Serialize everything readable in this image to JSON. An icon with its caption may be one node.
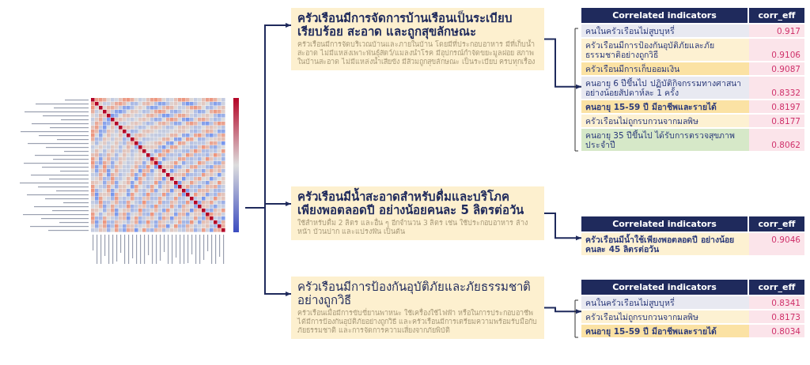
{
  "diagram": {
    "nodes": [
      {
        "text": [],
        "shape": "picture"
      },
      {
        "text": [
          "ครัวเรือนมีการจัดการบ้านเรือนเป็นระเบียบ เรียบร้อย สะอาด และถูกสุขลักษณะ",
          "ครัวเรือนมีการจัดบริเวณบ้านและภายในบ้าน โดยมีที่ประกอบอาหาร มีที่เก็บน้ำสะอาด ไม่มีแหล่งเพาะพันธุ์สัตว์/แมลงนำโรค มีอุปกรณ์กำจัดขยะมูลฝอย สภาพในบ้านสะอาด ไม่มีแหล่งน้ำเสียขัง มีส้วมถูกสุขลักษณะ เป็นระเบียบ ครบทุกเรื่อง"
        ]
      },
      {
        "text": [
          "ครัวเรือนมีน้ำสะอาดสำหรับดื่มและบริโภค เพียงพอตลอดปี อย่างน้อยคนละ 5 ลิตรต่อวัน",
          "ใช้สำหรับดื่ม 2 ลิตร และอื่น ๆ อีกจำนวน 3 ลิตร เช่น ใช้ประกอบอาหาร ล้างหน้า บ้วนปาก และแปรงฟัน เป็นต้น"
        ]
      },
      {
        "text": [
          "ครัวเรือนมีการป้องกันอุบัติภัยและภัยธรรมชาติ อย่างถูกวิธี",
          "ครัวเรือนเมื่อมีการขับขี่ยานพาหนะ ใช้เครื่องใช้ไฟฟ้า หรือในการประกอบอาชีพ ได้มีการป้องกันอุบัติภัยอย่างถูกวิธี และครัวเรือนมีการเตรียมความพร้อมรับมือกับภัยธรรมชาติ และการจัดการความเสี่ยงจากภัยพิบัติ"
        ]
      },
      {
        "text": [
          "Correlated indicators",
          "corr_eff",
          "คนในครัวเรือนไม่สูบบุหรี่",
          "0.917",
          "ครัวเรือนมีการป้องกันอุบัติภัยและภัยธรรมชาติอย่างถูกวิธี",
          "0.9106",
          "ครัวเรือนมีการเก็บออมเงิน",
          "0.9087",
          "คนอายุ 6 ปีขึ้นไป ปฏิบัติกิจกรรมทางศาสนาอย่างน้อยสัปดาห์ละ 1 ครั้ง",
          "0.8332",
          "คนอายุ 15-59 ปี มีอาชีพและรายได้",
          "0.8197",
          "ครัวเรือนไม่ถูกรบกวนจากมลพิษ",
          "0.8177",
          "คนอายุ 35 ปีขึ้นไป ได้รับการตรวจสุขภาพประจำปี",
          "0.8062"
        ]
      },
      {
        "text": [
          "Correlated indicators",
          "corr_eff",
          "ครัวเรือนมีน้ำใช้เพียงพอตลอดปี อย่างน้อยคนละ 45 ลิตรต่อวัน",
          "0.9046"
        ]
      },
      {
        "text": [
          "Correlated indicators",
          "corr_eff",
          "คนในครัวเรือนไม่สูบบุหรี่",
          "0.8341",
          "ครัวเรือนไม่ถูกรบกวนจากมลพิษ",
          "0.8173",
          "คนอายุ 15-59 ปี มีอาชีพและรายได้",
          "0.8034"
        ]
      }
    ],
    "edges": [
      {
        "from": 0,
        "to": 1,
        "arrow": "to"
      },
      {
        "from": 0,
        "to": 2,
        "arrow": "to"
      },
      {
        "from": 0,
        "to": 3,
        "arrow": "to"
      },
      {
        "from": 1,
        "to": 4,
        "arrow": "to"
      },
      {
        "from": 2,
        "to": 5,
        "arrow": "to"
      },
      {
        "from": 3,
        "to": 6,
        "arrow": "to"
      }
    ]
  }
}
